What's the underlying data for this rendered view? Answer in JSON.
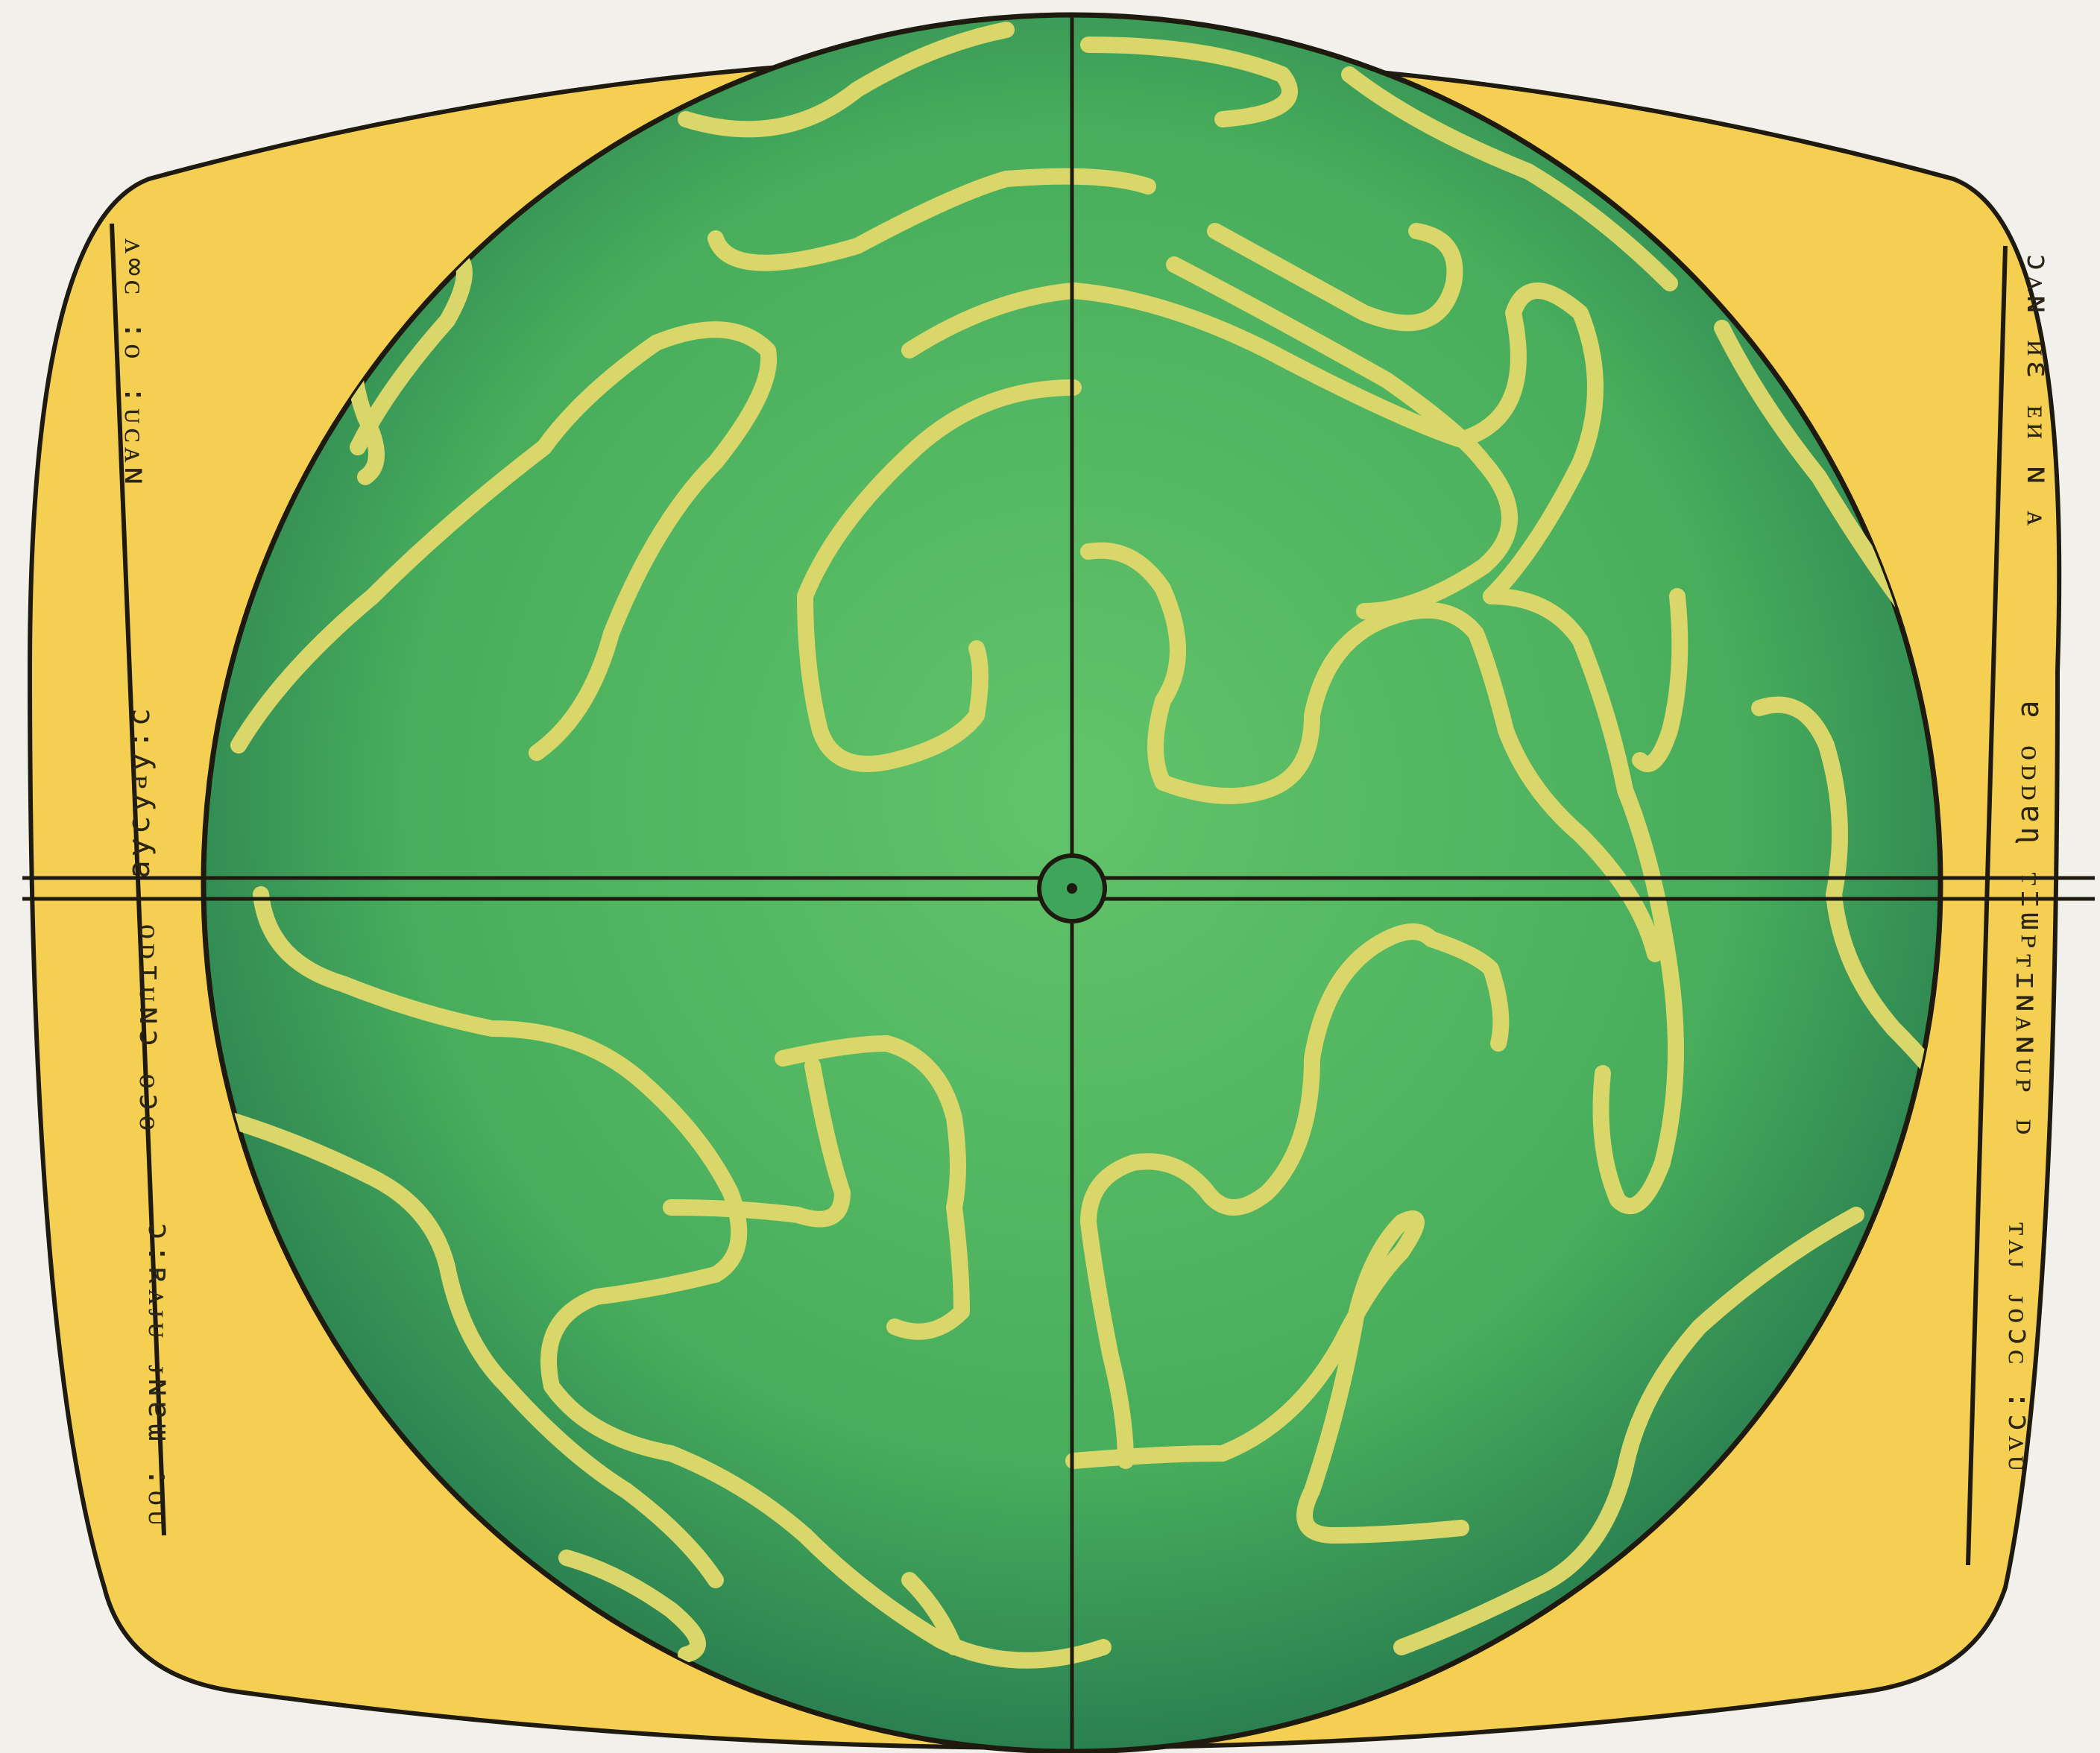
{
  "scene": {
    "description_text": "",
    "colors": {
      "background": "#f2f0eb",
      "frame": "#f4cf52",
      "frame_stroke": "#1f1a10",
      "planet_dark": "#2f8e4f",
      "planet_light": "#5bbd63",
      "channels": "#d9d66a",
      "lines": "#1f1a10"
    }
  },
  "left_panel": {
    "glyphs_top": "ᴧ∞ᴄ :ᴏ :ᴜᴄᴀɴ",
    "glyphs_mid": "ɔ:ʎᴘʎɔʎɐ",
    "glyphs_lower": "ᴏᴅɪᴜɴɔ ᴏɔᴏ",
    "glyphs_bottom": "ɔ:ʀᴧᴊᴜ ᴊɴɐɯ :ᴏᴜ"
  },
  "right_panel": {
    "glyphs_top": "ɔᴧɴ ᴎɛ ᴇᴎ ɴ ᴀ",
    "glyphs_mid": "ɐ ᴏᴅᴅɐɳ ᴛɪɯᴘ",
    "glyphs_lower": "ᴛɪɴᴀɴᴜᴘ ᴅ",
    "glyphs_bottom": "ᴛᴧᴊ ᴊᴏɔᴄ :ɔᴧᴜ"
  }
}
